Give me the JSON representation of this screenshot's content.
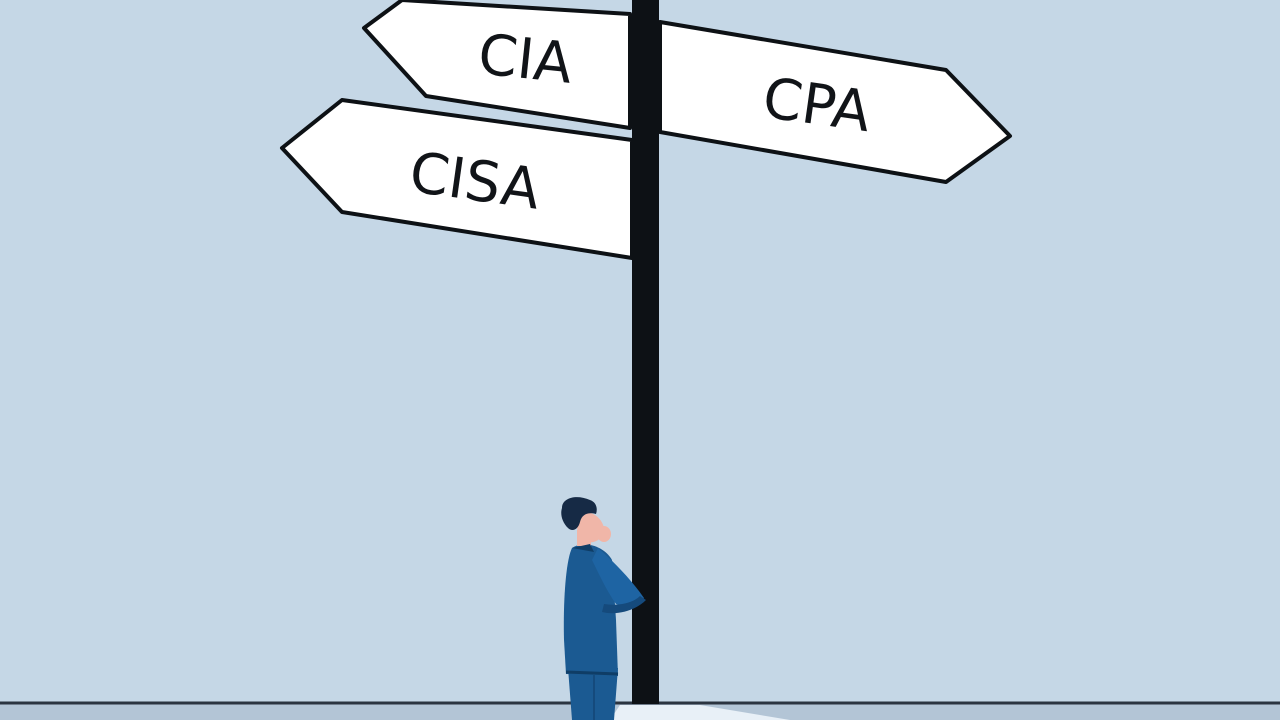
{
  "colors": {
    "sky": "#c5d7e6",
    "pole": "#0d1115",
    "sign_fill": "#ffffff",
    "sign_stroke": "#0d1115",
    "suit": "#1b5a92",
    "suit_shadow": "#154a7c",
    "hair": "#162a45",
    "skin": "#f0b6a8",
    "ground_line": "#2b3440",
    "ground": "#aebfcf",
    "light_patch": "#e6eef5"
  },
  "signs": {
    "cia": {
      "label": "CIA",
      "direction": "left"
    },
    "cpa": {
      "label": "CPA",
      "direction": "right"
    },
    "cisa": {
      "label": "CISA",
      "direction": "left"
    }
  },
  "figure": {
    "description_icon": "thinking-person-icon"
  }
}
